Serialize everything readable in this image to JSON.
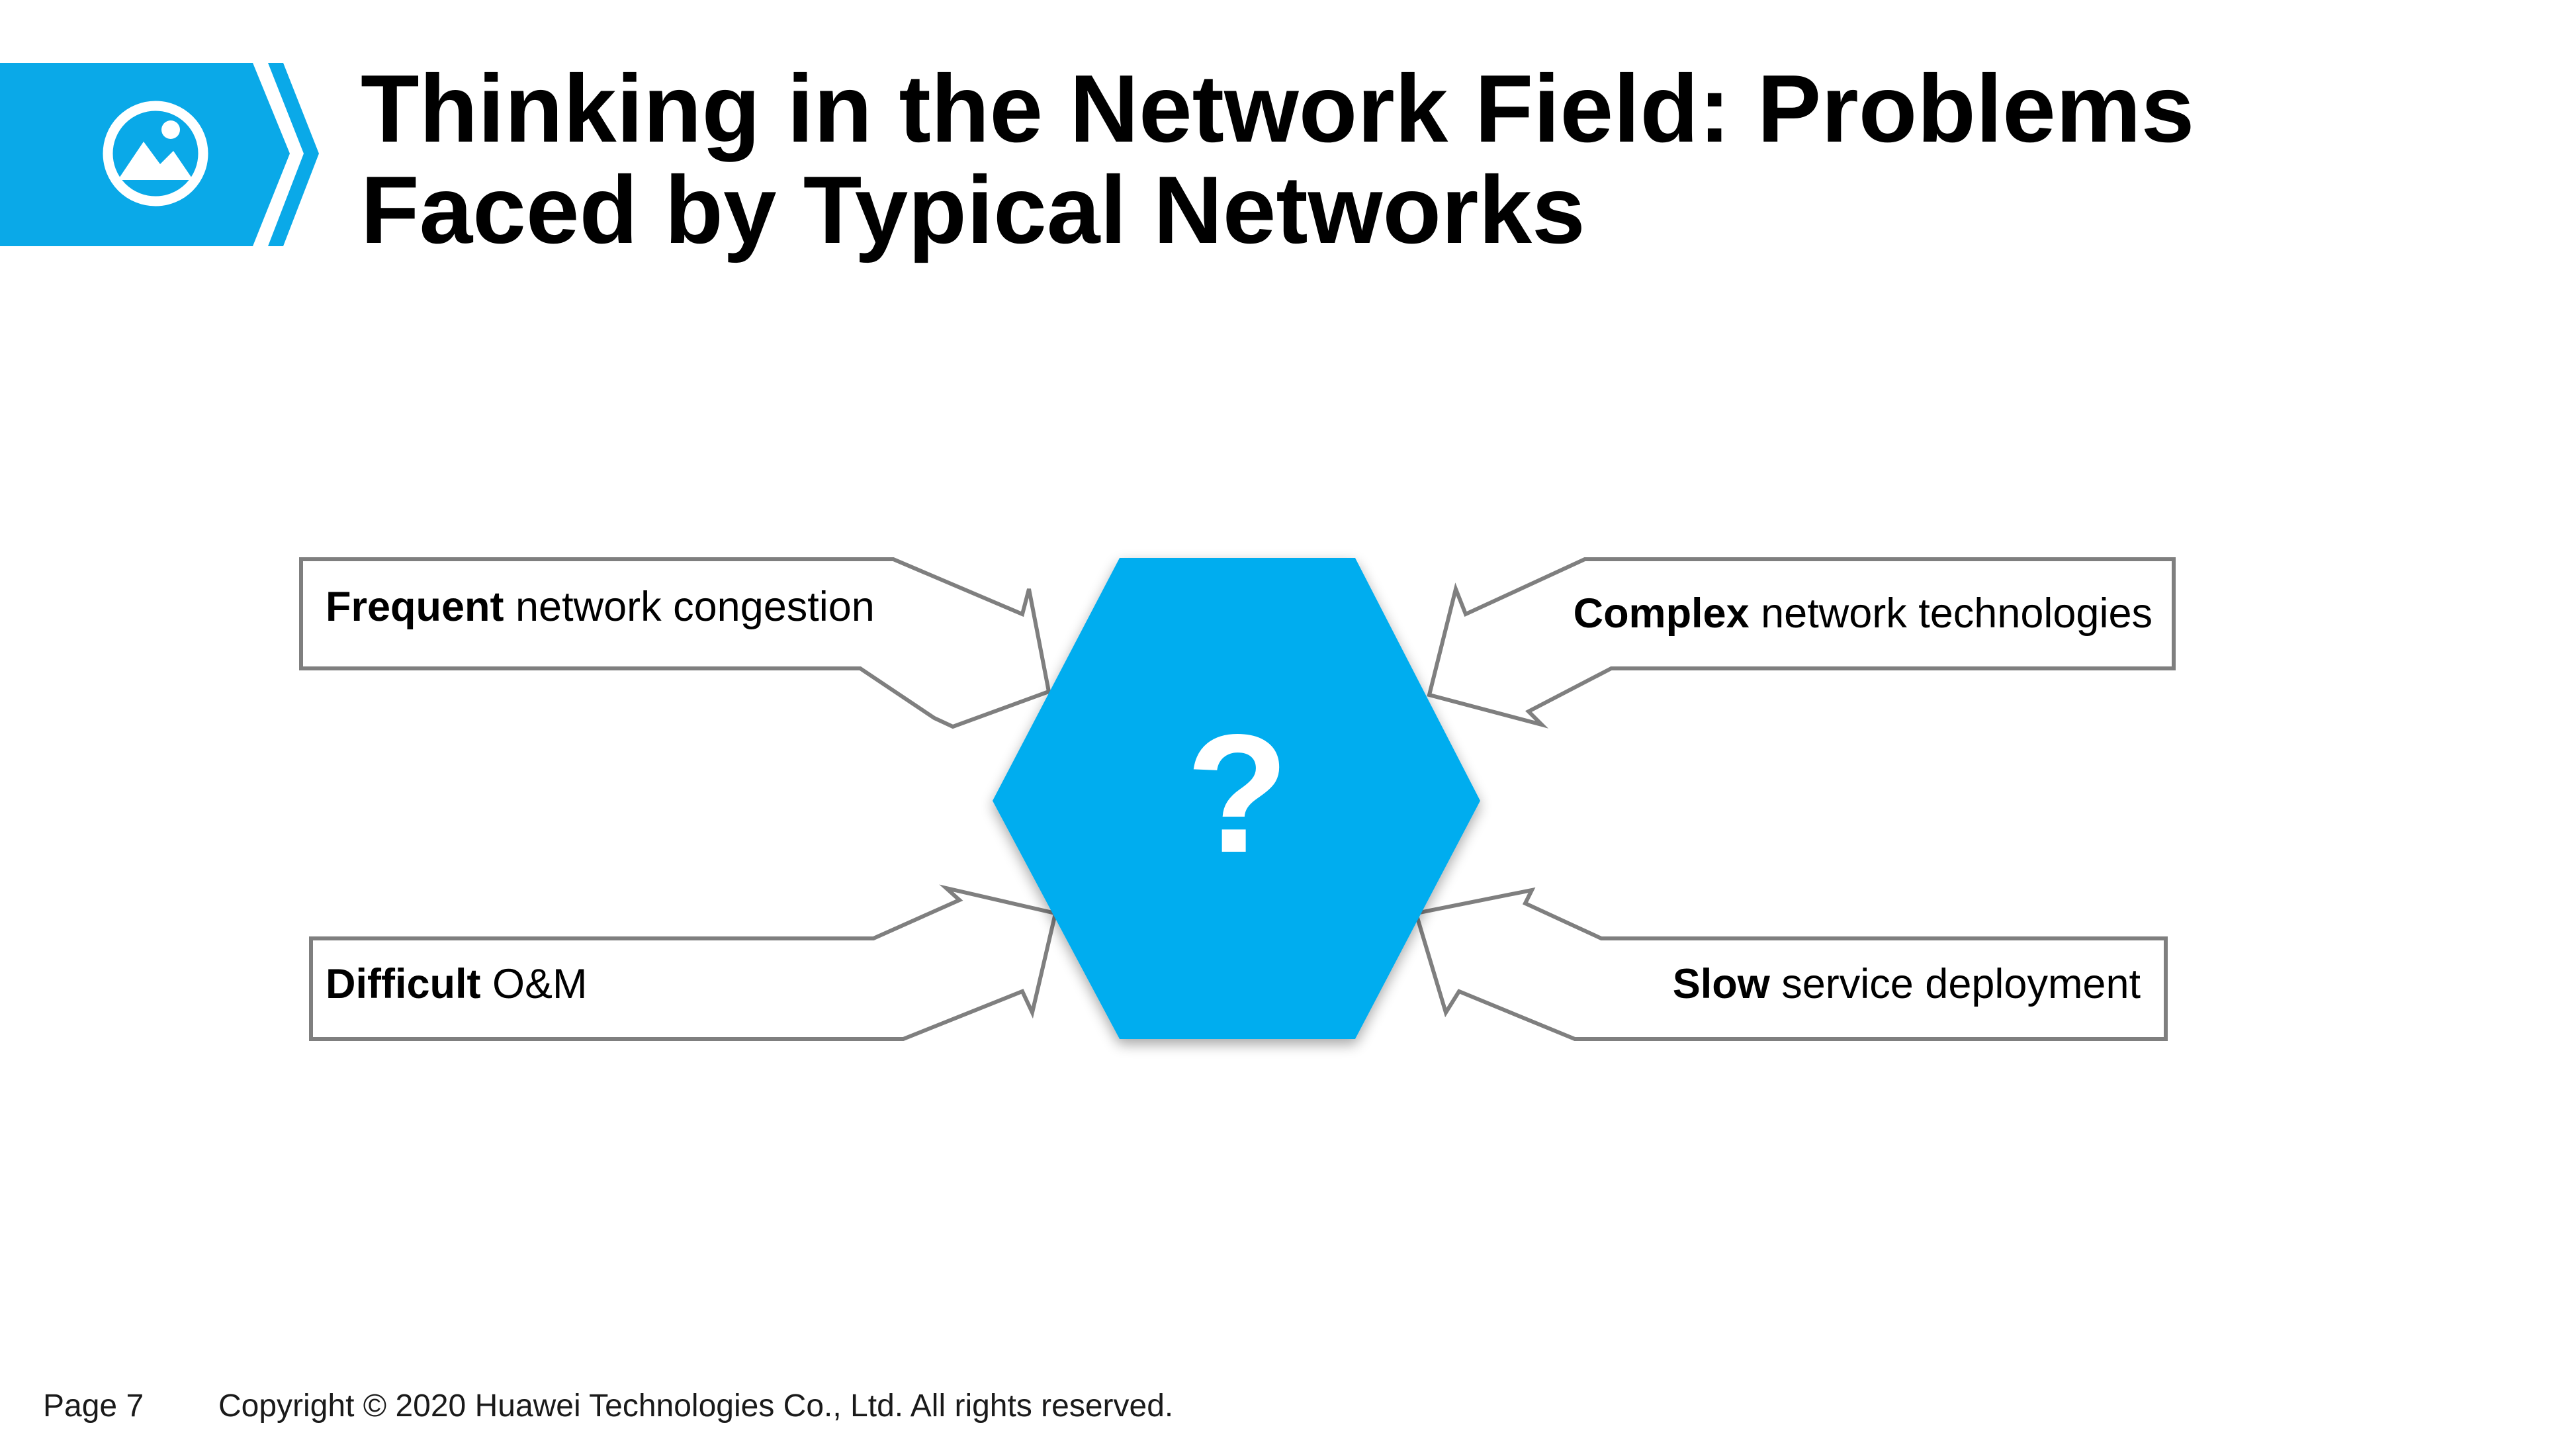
{
  "slide": {
    "title_line1": "Thinking in the Network Field: Problems",
    "title_line2": "Faced by Typical Networks",
    "header_icon": "image-icon",
    "accent_color": "#0aa9e8"
  },
  "diagram": {
    "center_symbol": "?",
    "hexagon_color": "#00adef",
    "callouts": [
      {
        "bold": "Frequent",
        "rest": " network congestion"
      },
      {
        "bold": "Complex",
        "rest": " network technologies"
      },
      {
        "bold": "Difficult",
        "rest": " O&M"
      },
      {
        "bold": "Slow",
        "rest": " service deployment"
      }
    ]
  },
  "footer": {
    "page": "Page 7",
    "copyright": "Copyright © 2020 Huawei Technologies Co., Ltd. All rights reserved."
  }
}
